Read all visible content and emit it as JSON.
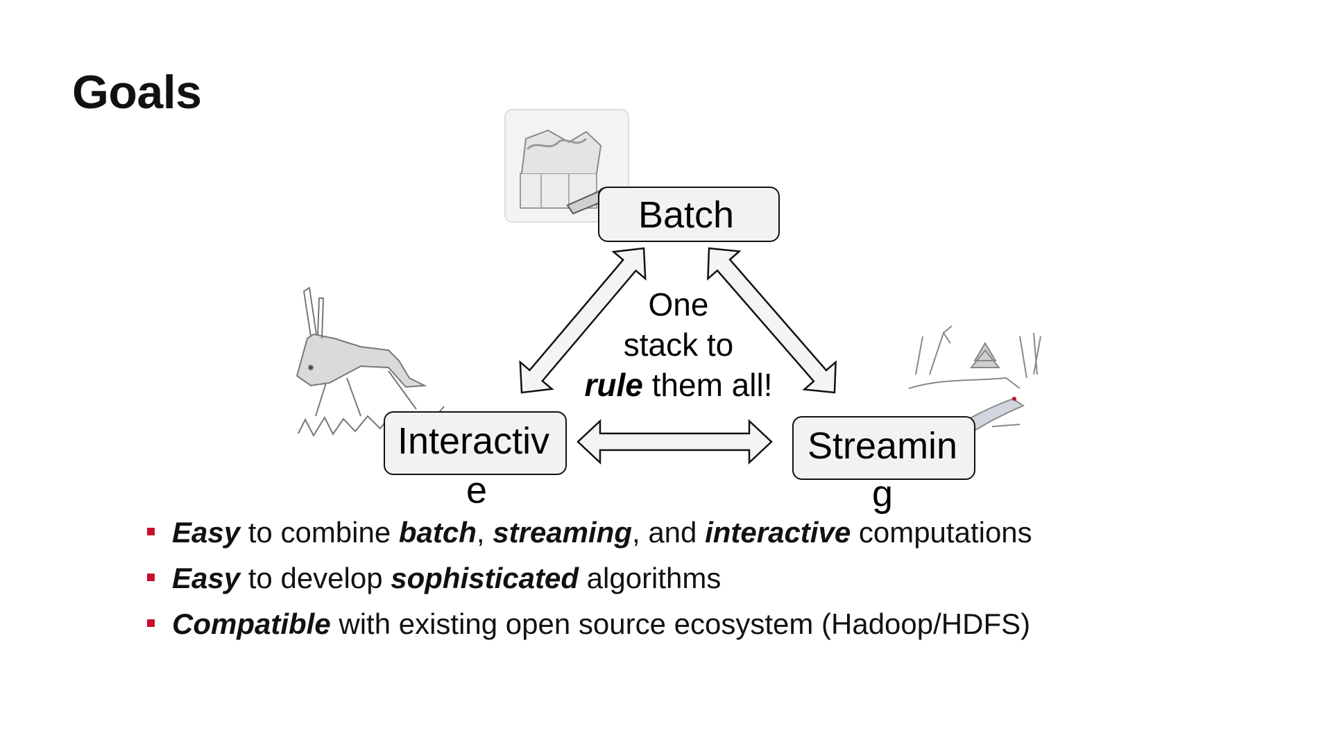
{
  "slide": {
    "title": "Goals"
  },
  "diagram": {
    "nodes": {
      "batch": {
        "label": "Batch"
      },
      "interactive": {
        "line1": "Interactiv",
        "line2": "e"
      },
      "streaming": {
        "line1": "Streamin",
        "line2": "g"
      }
    },
    "center": {
      "line1": "One",
      "line2": "stack to",
      "line3_emphasis": "rule",
      "line3_rest": " them all!"
    },
    "icons": [
      "toolbox-icon",
      "hare-icon",
      "stream-landscape-icon"
    ]
  },
  "bullets": [
    {
      "parts": [
        {
          "text": "Easy",
          "emph": true
        },
        {
          "text": " to combine ",
          "emph": false
        },
        {
          "text": "batch",
          "emph": true
        },
        {
          "text": ", ",
          "emph": false
        },
        {
          "text": "streaming",
          "emph": true
        },
        {
          "text": ", and ",
          "emph": false
        },
        {
          "text": "interactive",
          "emph": true
        },
        {
          "text": " computations",
          "emph": false
        }
      ]
    },
    {
      "parts": [
        {
          "text": "Easy",
          "emph": true
        },
        {
          "text": " to develop ",
          "emph": false
        },
        {
          "text": "sophisticated",
          "emph": true
        },
        {
          "text": " algorithms",
          "emph": false
        }
      ]
    },
    {
      "parts": [
        {
          "text": "Compatible",
          "emph": true
        },
        {
          "text": " with existing open source ecosystem (Hadoop/HDFS)",
          "emph": false
        }
      ]
    }
  ],
  "colors": {
    "bullet": "#c8102e",
    "box_fill": "#f2f2f2",
    "arrow_fill": "#f4f4f4",
    "stroke": "#111111"
  }
}
